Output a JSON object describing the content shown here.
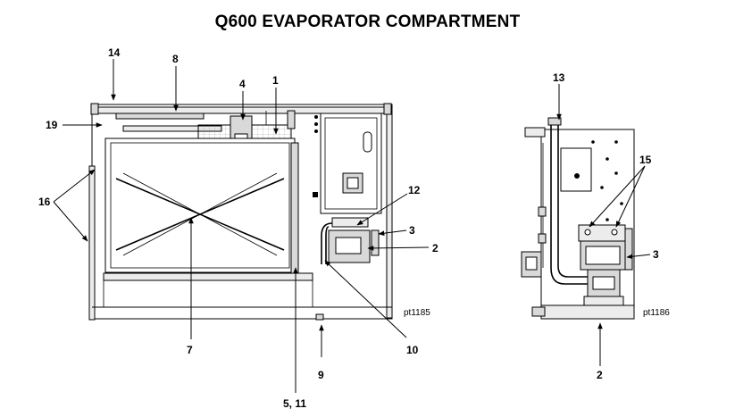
{
  "title": "Q600 EVAPORATOR COMPARTMENT",
  "front_view": {
    "ref_code": "pt1185",
    "callouts": [
      "14",
      "8",
      "4",
      "1",
      "19",
      "16",
      "12",
      "3",
      "2",
      "10",
      "7",
      "9",
      "5, 11"
    ]
  },
  "side_view": {
    "ref_code": "pt1186",
    "callouts": [
      "13",
      "15",
      "3",
      "2"
    ]
  }
}
